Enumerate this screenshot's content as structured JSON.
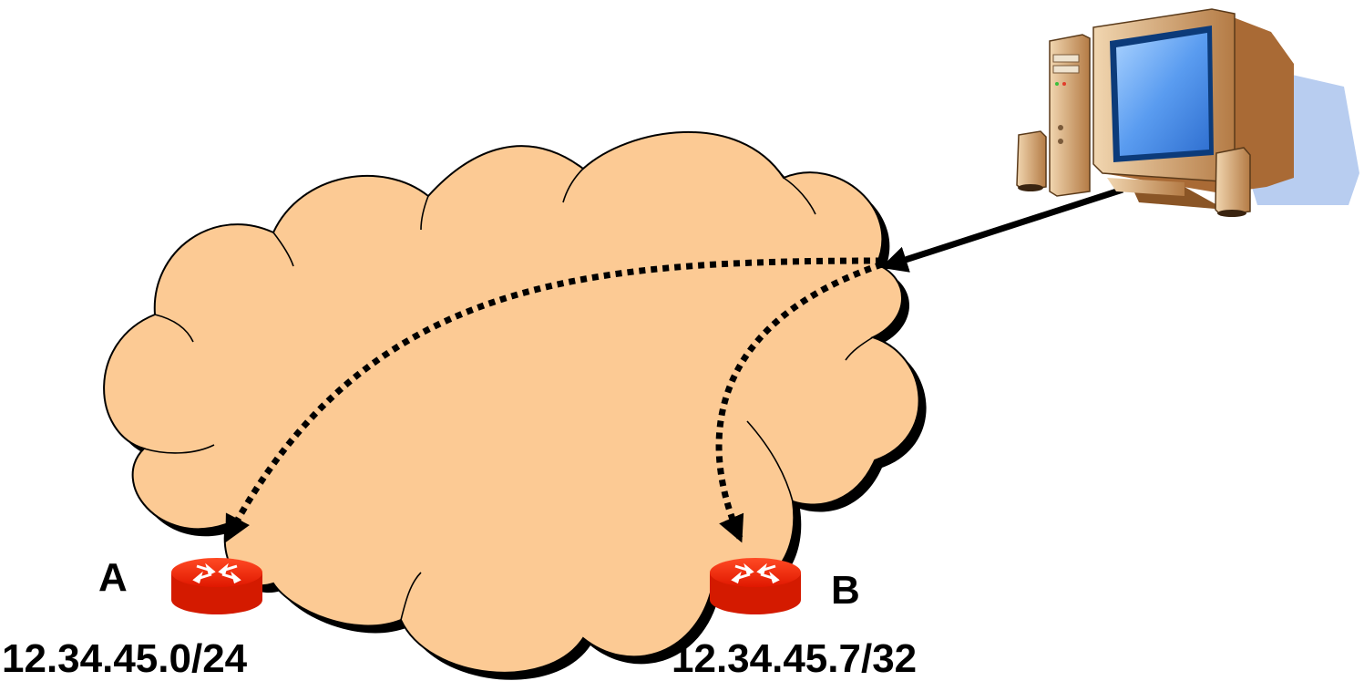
{
  "routers": [
    {
      "id": "A",
      "label": "A",
      "prefix": "12.34.45.0/24"
    },
    {
      "id": "B",
      "label": "B",
      "prefix": "12.34.45.7/32"
    }
  ],
  "colors": {
    "cloud_fill": "#fcca94",
    "cloud_stroke": "#000000",
    "router_red": "#ff2200",
    "arrow": "#000000",
    "monitor_screen": "#5a9cf0",
    "computer_tan": "#d9a872",
    "computer_shadow": "#b8cdf0"
  },
  "icons": [
    "cloud-icon",
    "router-icon",
    "desktop-computer-icon"
  ]
}
